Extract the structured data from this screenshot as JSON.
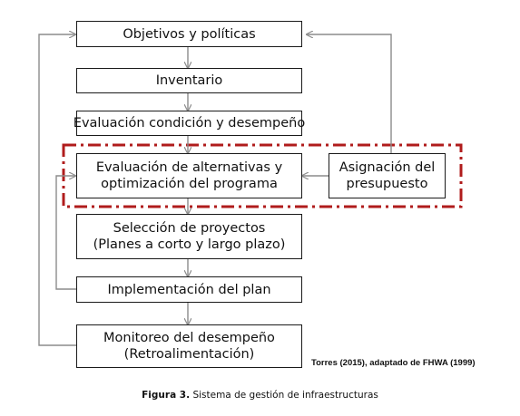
{
  "diagram": {
    "boxes": {
      "objetivos": "Objetivos y políticas",
      "inventario": "Inventario",
      "evaluacion_condicion": "Evaluación condición y desempeño",
      "evaluacion_alternativas": [
        "Evaluación de alternativas y",
        "optimización del programa"
      ],
      "asignacion": [
        "Asignación del",
        "presupuesto"
      ],
      "seleccion": [
        "Selección de proyectos",
        "(Planes a corto y largo plazo)"
      ],
      "implementacion": "Implementación del plan",
      "monitoreo": [
        "Monitoreo del desempeño",
        "(Retroalimentación)"
      ]
    },
    "highlight_color": "#b01c1c",
    "line_color": "#8c8c8c"
  },
  "source_note": "Torres (2015), adaptado de FHWA (1999)",
  "caption": {
    "label": "Figura 3.",
    "text": " Sistema de gestión de infraestructuras"
  }
}
